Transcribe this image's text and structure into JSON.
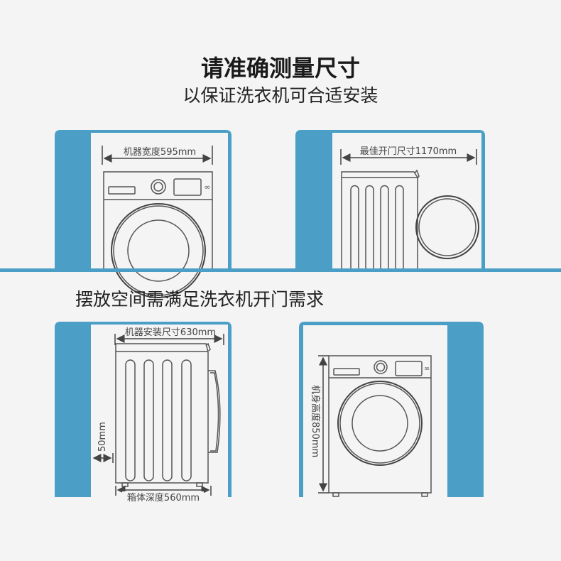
{
  "header": {
    "title": "请准确测量尺寸",
    "subtitle": "以保证洗衣机可合适安装"
  },
  "section_heading": "摆放空间需满足洗衣机开门需求",
  "panels": {
    "width": {
      "label": "机器宽度595mm"
    },
    "door": {
      "label": "最佳开门尺寸1170mm"
    },
    "depth": {
      "top_label": "机器安装尺寸630mm",
      "bottom_label": "箱体深度560mm",
      "gap_label": "50mm"
    },
    "height": {
      "label": "机身高度850mm"
    }
  },
  "colors": {
    "accent": "#4b9fc7",
    "background": "#f4f4f4",
    "line": "#555555"
  }
}
